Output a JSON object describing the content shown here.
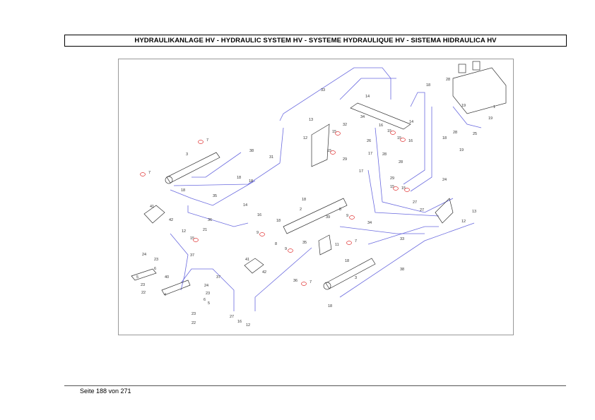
{
  "header": {
    "title": "HYDRAULIKANLAGE  HV - HYDRAULIC SYSTEM HV  - SYSTEME HYDRAULIQUE  HV - SISTEMA HIDRAULICA  HV"
  },
  "drawing": {
    "hose_color": "#6a6adf",
    "seal_color": "#e03030",
    "callouts": [
      "33",
      "14",
      "14",
      "28",
      "18",
      "19",
      "1",
      "19",
      "13",
      "12",
      "32",
      "34",
      "15",
      "15",
      "16",
      "15",
      "15",
      "16",
      "26",
      "28",
      "28",
      "29",
      "17",
      "7",
      "3",
      "7",
      "38",
      "31",
      "18",
      "18",
      "18",
      "35",
      "14",
      "16",
      "41",
      "42",
      "2",
      "18",
      "8",
      "9",
      "18",
      "36",
      "12",
      "21",
      "15",
      "9",
      "39",
      "8",
      "35",
      "9",
      "11",
      "37",
      "24",
      "23",
      "6",
      "5",
      "23",
      "22",
      "4",
      "40",
      "24",
      "23",
      "6",
      "5",
      "23",
      "22",
      "37",
      "41",
      "42",
      "36",
      "27",
      "16",
      "12",
      "33",
      "7",
      "18",
      "3",
      "38",
      "7",
      "18",
      "17",
      "29",
      "15",
      "15",
      "27",
      "27",
      "24",
      "25",
      "28",
      "18",
      "19",
      "13",
      "12",
      "34"
    ]
  },
  "footer": {
    "page_label": "Seite 188 von 271"
  }
}
